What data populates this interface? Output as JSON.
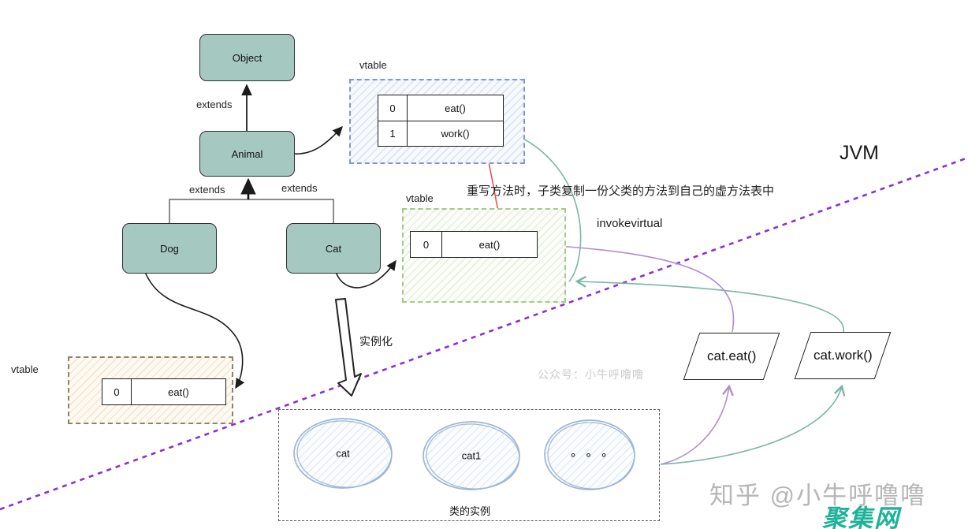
{
  "title": "JVM virtual method table (vtable) diagram",
  "classes": {
    "object": "Object",
    "animal": "Animal",
    "dog": "Dog",
    "cat": "Cat"
  },
  "relations": {
    "extends_top": "extends",
    "extends_left": "extends",
    "extends_right": "extends"
  },
  "vtables": {
    "animal": {
      "label": "vtable",
      "rows": [
        {
          "index": "0",
          "method": "eat()"
        },
        {
          "index": "1",
          "method": "work()"
        }
      ]
    },
    "cat": {
      "label": "vtable",
      "rows": [
        {
          "index": "0",
          "method": "eat()"
        }
      ]
    },
    "dog": {
      "label": "vtable",
      "rows": [
        {
          "index": "0",
          "method": "eat()"
        }
      ]
    }
  },
  "annotations": {
    "override_note": "重写方法时，子类复制一份父类的方法到自己的虚方法表中",
    "invokevirtual": "invokevirtual",
    "jvm": "JVM",
    "instantiate": "实例化"
  },
  "calls": {
    "eat": "cat.eat()",
    "work": "cat.work()"
  },
  "instances": {
    "items": [
      "cat",
      "cat1",
      "∘ ∘ ∘"
    ],
    "caption": "类的实例"
  },
  "watermarks": {
    "wechat": "公众号：小牛呼噜噜",
    "zhihu": "知乎 @小牛呼噜噜",
    "site": "聚集网"
  },
  "colors": {
    "class_fill": "#a5c8c1",
    "class_border": "#2f2f2f",
    "vtable_blue_border": "#8296c8",
    "vtable_green_border": "#a9c68c",
    "vtable_orange_border": "#8d8270",
    "teal_arrow": "#7ab5a8",
    "purple_arrow": "#b18cd0",
    "red_arrow": "#e05555",
    "dotted_line": "#8b2fd6",
    "site_green": "#1fb299",
    "watermark_gray": "#b6b6b6"
  }
}
